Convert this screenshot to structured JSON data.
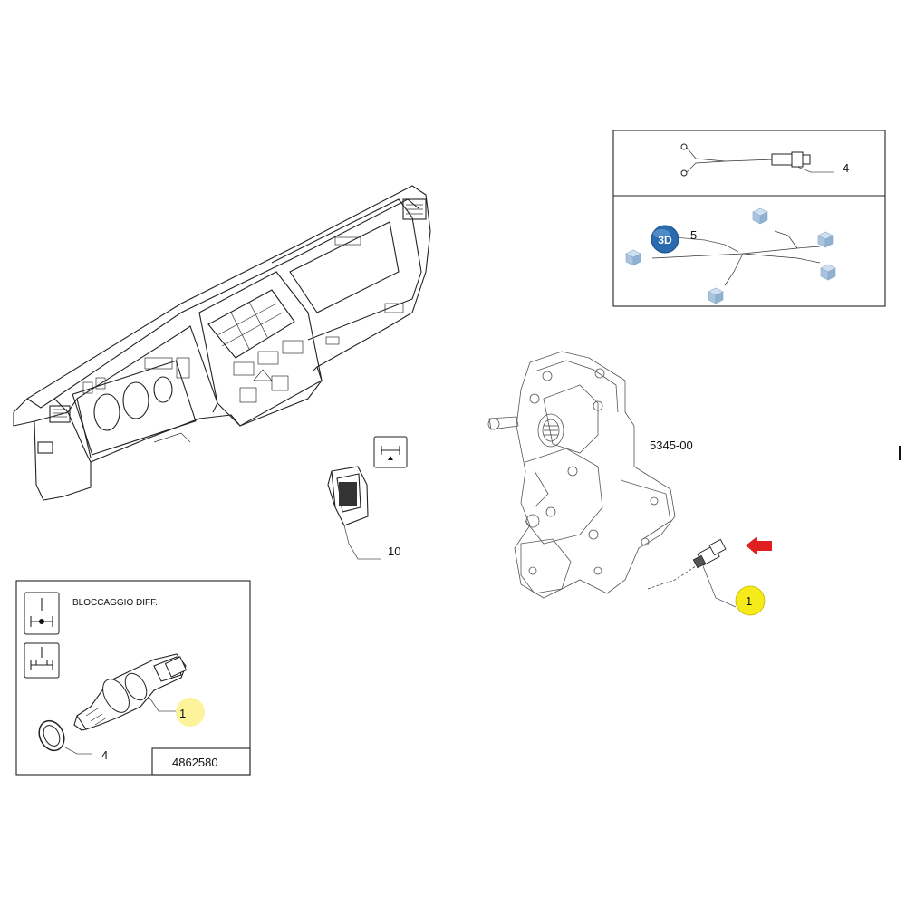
{
  "callouts": {
    "part_1_main": "1",
    "part_1_inset": "1",
    "part_4_inset": "4",
    "part_4_top": "4",
    "part_5": "5",
    "part_10": "10",
    "assembly_ref": "5345-00"
  },
  "inset": {
    "title": "BLOCCAGGIO DIFF.",
    "part_number": "4862580"
  },
  "badge_3d": "3D",
  "colors": {
    "highlight": "#f5ea1a",
    "arrow": "#e02020",
    "badge_3d": "#2a6bb0",
    "cube": "#a9c4de"
  }
}
